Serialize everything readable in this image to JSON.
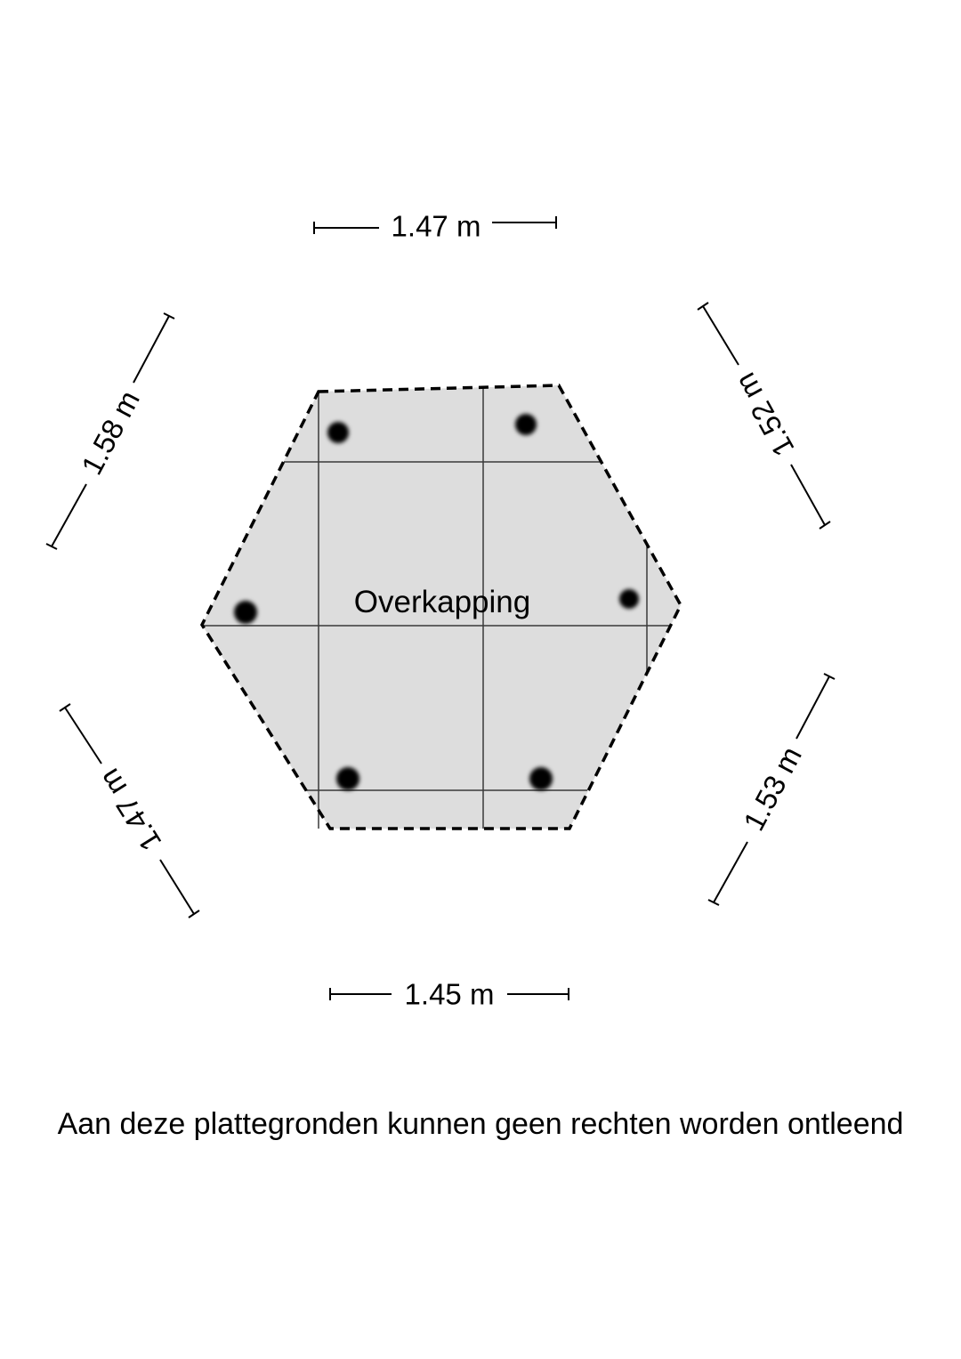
{
  "room": {
    "name": "Overkapping",
    "fill_color": "#dddddd"
  },
  "dimensions": {
    "top": "1.47 m",
    "top_right": "1.52 m",
    "bottom_right": "1.53 m",
    "bottom": "1.45 m",
    "bottom_left": "1.47 m",
    "top_left": "1.58 m"
  },
  "disclaimer": "Aan deze plattegronden kunnen geen rechten worden ontleend"
}
